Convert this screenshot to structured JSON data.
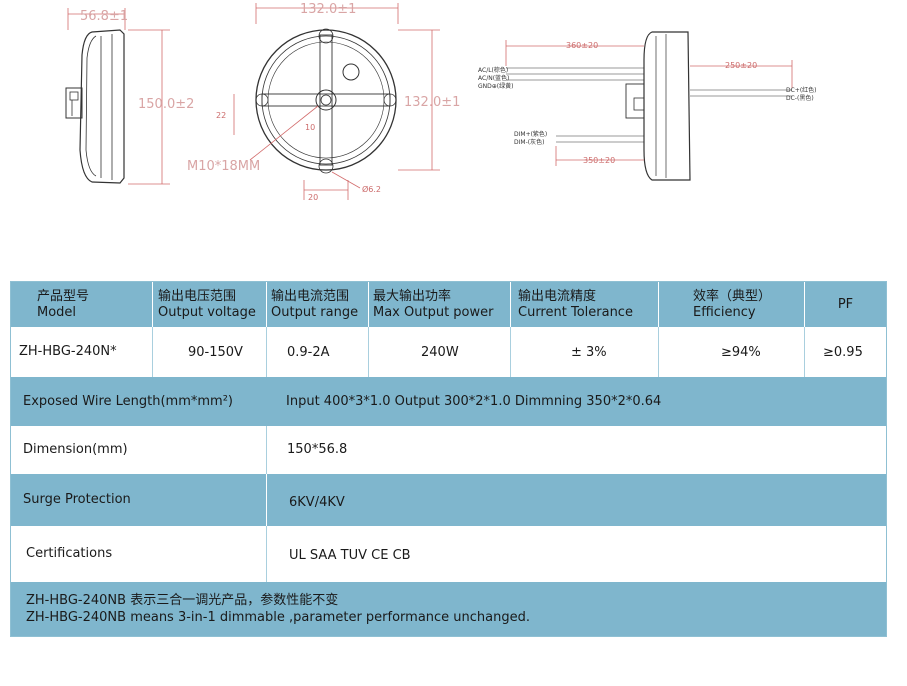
{
  "drawings": {
    "side_view": {
      "width_dim": "56.8±1",
      "height_dim": "150.0±2"
    },
    "front_view": {
      "width_dim": "132.0±1",
      "height_dim": "132.0±1",
      "dim_22": "22",
      "dim_10": "10",
      "thread": "M10*18MM",
      "dim_20": "20",
      "hole": "Ø6.2"
    },
    "wire_view": {
      "input_length": "360±20",
      "output_length": "250±20",
      "dim_length": "350±20",
      "ac_l": "AC/L(棕色)",
      "ac_n": "AC/N(蓝色)",
      "gnd": "GND⊕(绿黄)",
      "dc_plus": "DC+(红色)",
      "dc_minus": "DC-(黑色)",
      "dim_plus": "DIM+(紫色)",
      "dim_minus": "DIM-(灰色)"
    }
  },
  "table": {
    "header": [
      {
        "cn": "产品型号",
        "en": "Model"
      },
      {
        "cn": "输出电压范围",
        "en": "Output voltage"
      },
      {
        "cn": "输出电流范围",
        "en": "Output range"
      },
      {
        "cn": "最大输出功率",
        "en": "Max  Output  power"
      },
      {
        "cn": "输出电流精度",
        "en": "Current Tolerance"
      },
      {
        "cn": "效率（典型）",
        "en": "Efficiency"
      },
      {
        "cn": "PF",
        "en": ""
      }
    ],
    "values": [
      "ZH-HBG-240N*",
      "90-150V",
      "0.9-2A",
      "240W",
      "± 3%",
      "≥94%",
      "≥0.95"
    ],
    "rows": [
      {
        "label": "Exposed Wire Length(mm*mm²)",
        "value": "Input 400*3*1.0 Output 300*2*1.0 Dimmning 350*2*0.64"
      },
      {
        "label": "Dimension(mm)",
        "value": "150*56.8"
      },
      {
        "label": "Surge Protection",
        "value": "6KV/4KV"
      },
      {
        "label": "Certifications",
        "value": "UL SAA TUV CE CB"
      }
    ],
    "note": {
      "cn": "ZH-HBG-240NB   表示三合一调光产品，参数性能不变",
      "en": "ZH-HBG-240NB means 3-in-1 dimmable ,parameter performance unchanged."
    }
  },
  "colors": {
    "header_blue": "#7fb6cd",
    "dimension_red": "#d26b6b"
  }
}
